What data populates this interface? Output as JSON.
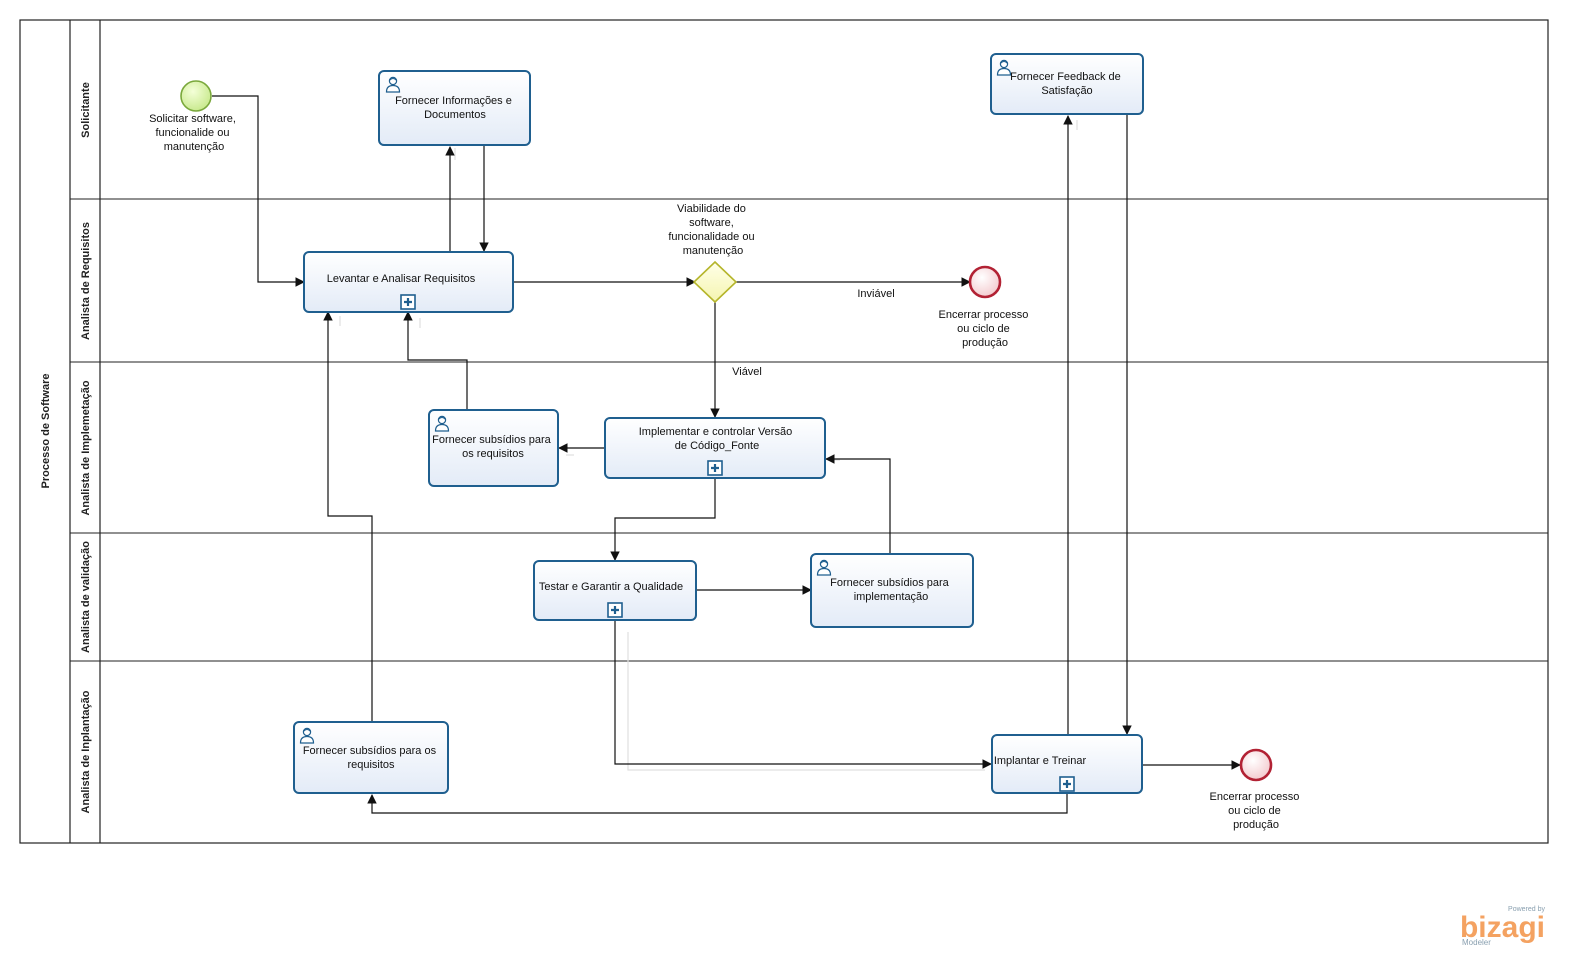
{
  "pool": {
    "label": "Processo de Software"
  },
  "lanes": [
    {
      "label": "Solicitante"
    },
    {
      "label": "Analista de Requisitos"
    },
    {
      "label": "Analista de Implemetação"
    },
    {
      "label": "Analista de validação"
    },
    {
      "label": "Analista de Inplantação"
    }
  ],
  "start_event": {
    "lines": [
      "Solicitar software,",
      "funcionalide ou",
      "manutenção"
    ]
  },
  "tasks": {
    "fornecer_info": {
      "lines": [
        "Fornecer Informações e",
        "Documentos"
      ]
    },
    "feedback": {
      "lines": [
        "Fornecer Feedback de",
        "Satisfação"
      ]
    },
    "levantar": {
      "lines": [
        "Levantar e Analisar Requisitos"
      ]
    },
    "subsidios_impl": {
      "lines": [
        "Fornecer subsídios para",
        "os requisitos"
      ]
    },
    "implementar": {
      "lines": [
        "Implementar e controlar Versão",
        "de Código_Fonte"
      ]
    },
    "testar": {
      "lines": [
        "Testar e Garantir a Qualidade"
      ]
    },
    "subsidios_val": {
      "lines": [
        "Fornecer subsídios para",
        "implementação"
      ]
    },
    "subsidios_impl2": {
      "lines": [
        "Fornecer subsídios para os",
        "requisitos"
      ]
    },
    "implantar": {
      "lines": [
        "Implantar e Treinar"
      ]
    }
  },
  "gateway": {
    "lines": [
      "Viabilidade do",
      "software,",
      "funcionalidade ou",
      "manutenção"
    ]
  },
  "end_events": {
    "end1": {
      "lines": [
        "Encerrar processo",
        "ou ciclo de",
        "produção"
      ]
    },
    "end2": {
      "lines": [
        "Encerrar processo",
        "ou ciclo de",
        "produção"
      ]
    }
  },
  "flow_labels": {
    "inviavel": "Inviável",
    "viavel": "Viável"
  },
  "branding": {
    "powered": "Powered by",
    "logo": "bizagi",
    "product": "Modeler"
  },
  "colors": {
    "task_border": "#1f5f8f",
    "start": "#a8d86a",
    "end": "#d9534f",
    "gateway": "#e0e070"
  }
}
